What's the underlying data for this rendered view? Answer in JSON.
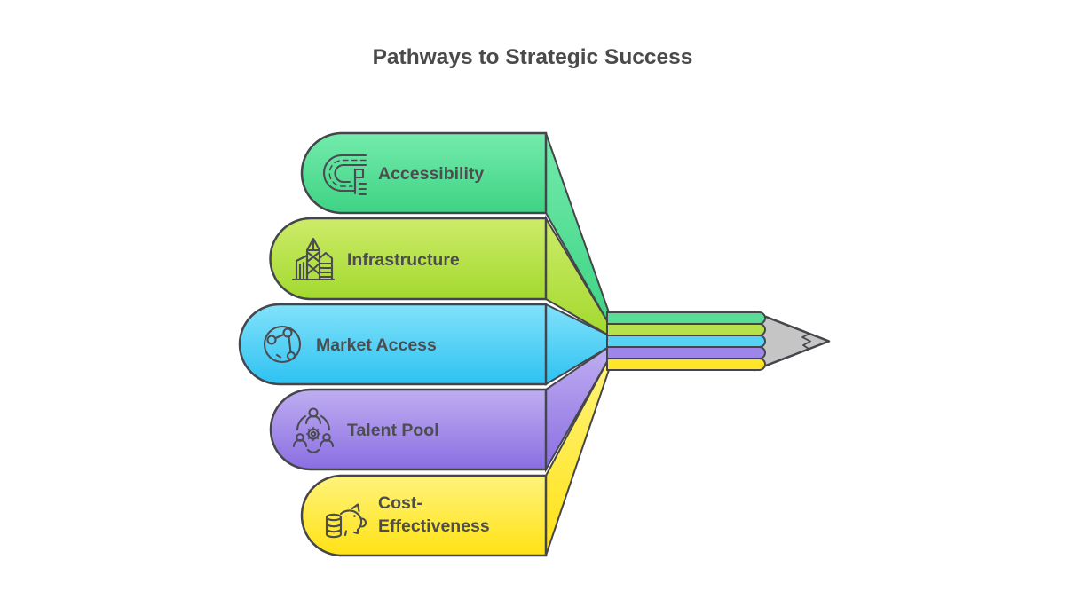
{
  "title": "Pathways to Strategic Success",
  "colors": {
    "background": "#ffffff",
    "outline": "#45454c",
    "title_text": "#4a4a4a",
    "label_text": "#4d4d4f",
    "pencil_tip": "#c5c5c5"
  },
  "items": [
    {
      "label": "Accessibility",
      "icon": "road-access-icon",
      "color_top": "#74ebac",
      "color_bottom": "#3ed384",
      "stripe_color": "#57dd95"
    },
    {
      "label": "Infrastructure",
      "icon": "city-buildings-icon",
      "color_top": "#cdec69",
      "color_bottom": "#a3d92f",
      "stripe_color": "#b7e14b"
    },
    {
      "label": "Market Access",
      "icon": "globe-network-icon",
      "color_top": "#82e2fa",
      "color_bottom": "#2ec2f2",
      "stripe_color": "#55d2f6"
    },
    {
      "label": "Talent Pool",
      "icon": "team-gear-icon",
      "color_top": "#bfaef1",
      "color_bottom": "#8a6ee2",
      "stripe_color": "#9d86e8"
    },
    {
      "label": "Cost-Effectiveness",
      "label_line1": "Cost-",
      "label_line2": "Effectiveness",
      "icon": "piggy-bank-icon",
      "color_top": "#fff37c",
      "color_bottom": "#ffe214",
      "stripe_color": "#ffe628"
    }
  ]
}
